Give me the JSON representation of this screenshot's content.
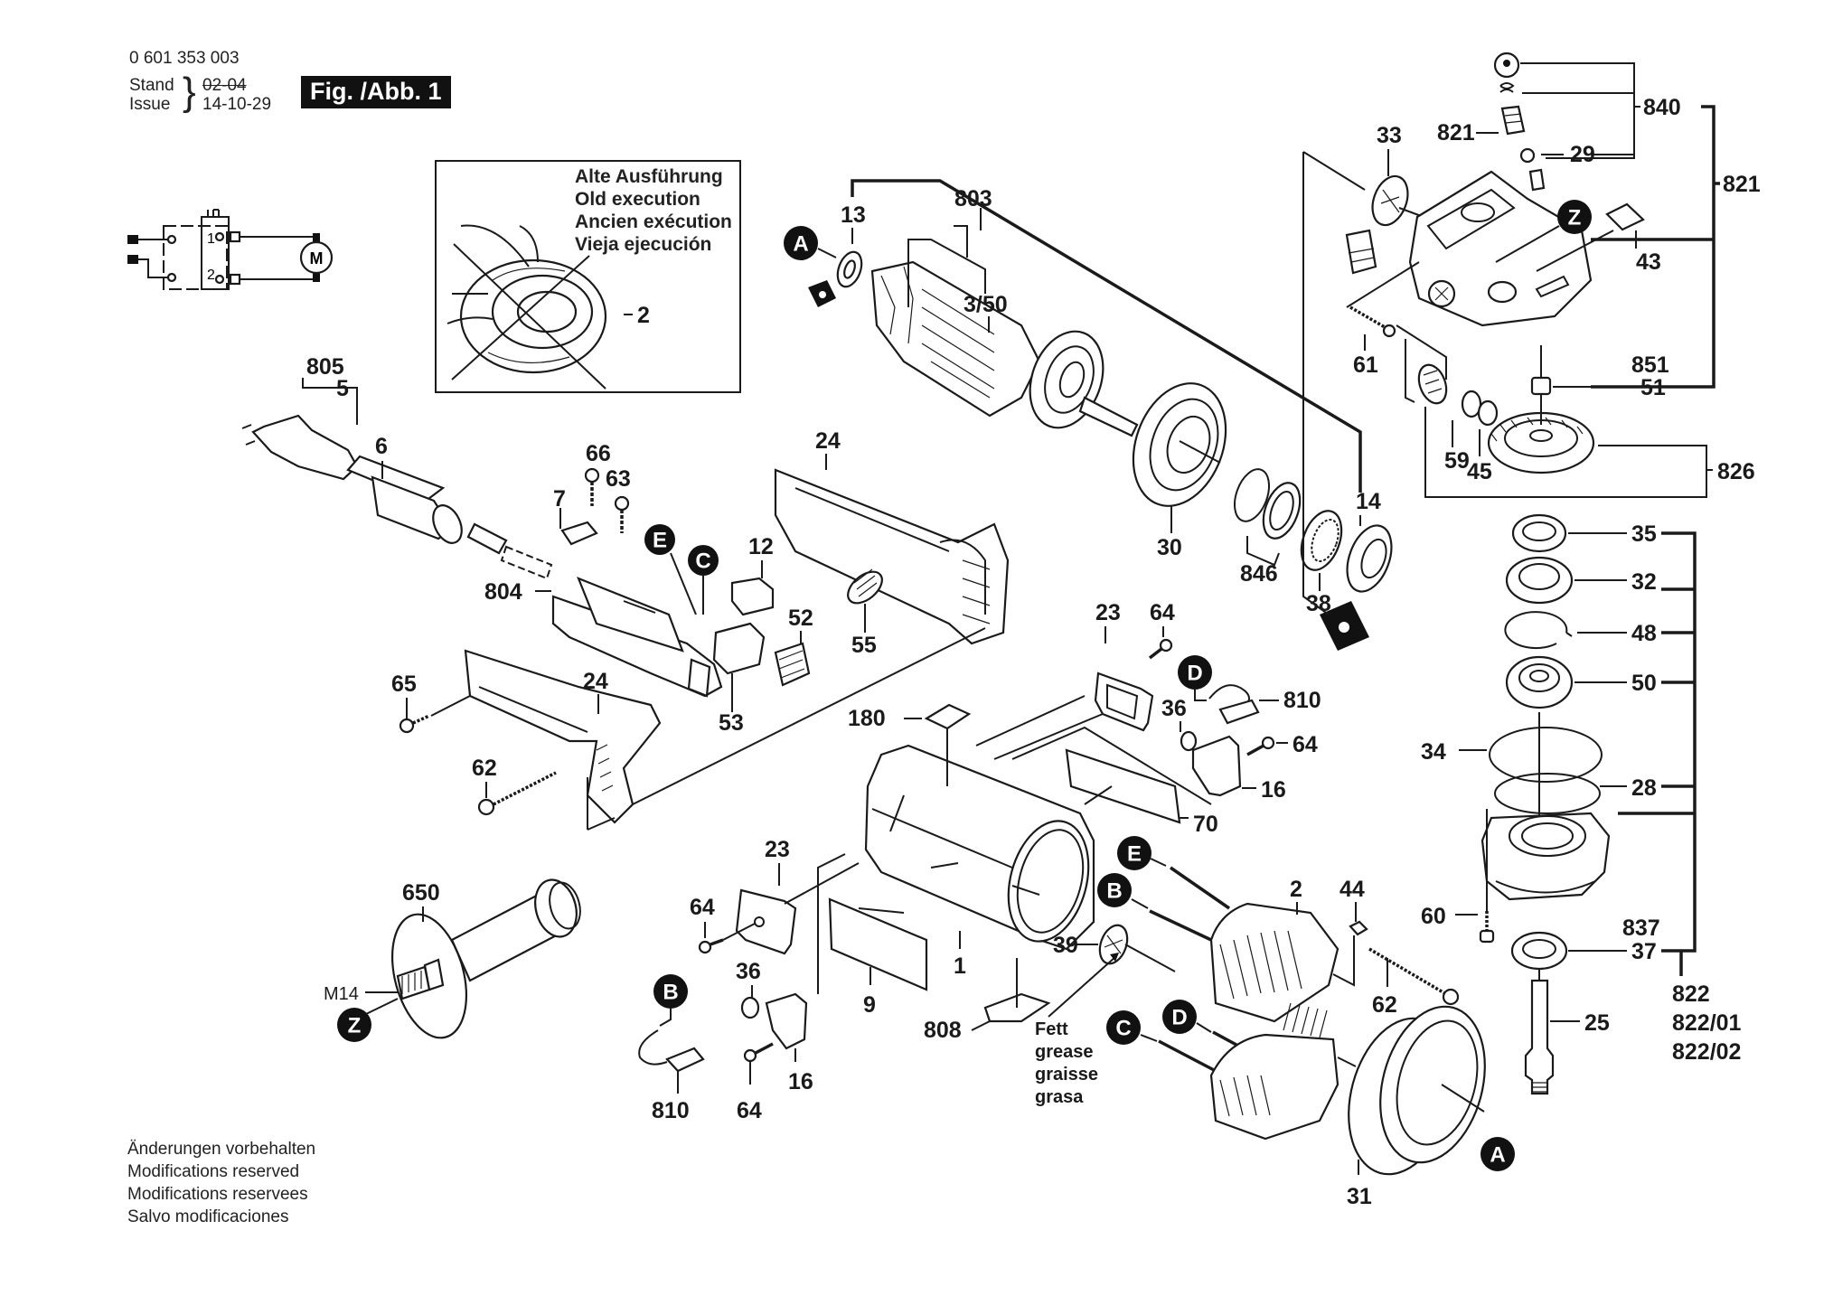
{
  "header": {
    "part_number": "0 601 353 003",
    "stand_label": "Stand",
    "issue_label": "Issue",
    "old_date": "02-04",
    "issue_date": "14-10-29",
    "figure_label": "Fig. /Abb. 1"
  },
  "old_execution_box": {
    "lines": [
      "Alte Ausführung",
      "Old execution",
      "Ancien exécution",
      "Vieja ejecución"
    ],
    "part_ref": "2"
  },
  "wiring_diagram": {
    "terminal_1": "1",
    "terminal_2": "2",
    "motor_symbol": "M"
  },
  "footer_note": {
    "lines": [
      "Änderungen vorbehalten",
      "Modifications reserved",
      "Modifications reservees",
      "Salvo modificaciones"
    ]
  },
  "grease_note": {
    "lines": [
      "Fett",
      "grease",
      "graisse",
      "grasa"
    ]
  },
  "thread_label": "M14",
  "connection_markers": [
    "A",
    "B",
    "C",
    "D",
    "E",
    "Z"
  ],
  "part_labels": {
    "p805": "805",
    "p5": "5",
    "p6": "6",
    "p66": "66",
    "p63": "63",
    "p7": "7",
    "p804": "804",
    "p12": "12",
    "p52": "52",
    "p53": "53",
    "p24a": "24",
    "p24b": "24",
    "p55": "55",
    "p65": "65",
    "p62a": "62",
    "p13": "13",
    "p803": "803",
    "p350": "3/50",
    "p30": "30",
    "p846": "846",
    "p38": "38",
    "p14": "14",
    "p23a": "23",
    "p64a": "64",
    "p810a": "810",
    "p36a": "36",
    "p64b": "64",
    "p16a": "16",
    "p180": "180",
    "p70": "70",
    "p650": "650",
    "p23b": "23",
    "p64c": "64",
    "p36b": "36",
    "p9": "9",
    "p1": "1",
    "p808": "808",
    "p16b": "16",
    "p810b": "810",
    "p64d": "64",
    "p39": "39",
    "p2": "2",
    "p44": "44",
    "p62b": "62",
    "p31": "31",
    "p33": "33",
    "p821a": "821",
    "p29": "29",
    "p840": "840",
    "p821b": "821",
    "p43": "43",
    "p61": "61",
    "p851": "851",
    "p51": "51",
    "p59": "59",
    "p45": "45",
    "p826": "826",
    "p35": "35",
    "p32": "32",
    "p48": "48",
    "p50": "50",
    "p34": "34",
    "p28": "28",
    "p60": "60",
    "p837": "837",
    "p37": "37",
    "p25": "25",
    "p822": "822",
    "p822_01": "822/01",
    "p822_02": "822/02"
  }
}
